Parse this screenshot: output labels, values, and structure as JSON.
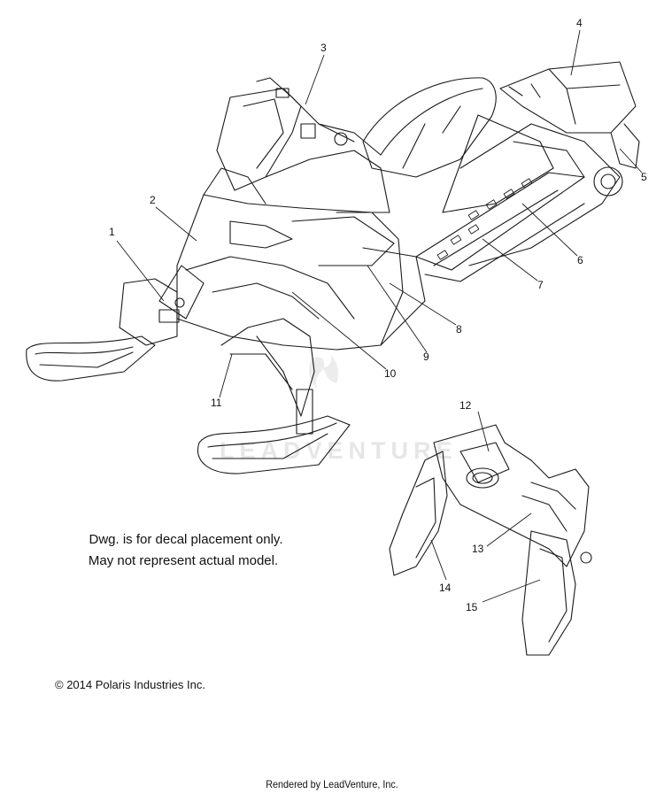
{
  "callouts": [
    {
      "id": "callout-1",
      "label": "1"
    },
    {
      "id": "callout-2",
      "label": "2"
    },
    {
      "id": "callout-3",
      "label": "3"
    },
    {
      "id": "callout-4",
      "label": "4"
    },
    {
      "id": "callout-5",
      "label": "5"
    },
    {
      "id": "callout-6",
      "label": "6"
    },
    {
      "id": "callout-7",
      "label": "7"
    },
    {
      "id": "callout-8",
      "label": "8"
    },
    {
      "id": "callout-9",
      "label": "9"
    },
    {
      "id": "callout-10",
      "label": "10"
    },
    {
      "id": "callout-11",
      "label": "11"
    },
    {
      "id": "callout-12",
      "label": "12"
    },
    {
      "id": "callout-13",
      "label": "13"
    },
    {
      "id": "callout-14",
      "label": "14"
    },
    {
      "id": "callout-15",
      "label": "15"
    }
  ],
  "note": {
    "line1": "Dwg. is for decal placement only.",
    "line2": "May not represent actual model."
  },
  "copyright": "© 2014 Polaris Industries Inc.",
  "watermark": "LEADVENTURE",
  "footer": "Rendered by LeadVenture, Inc.",
  "colors": {
    "line": "#1a1a1a",
    "watermark": "#e6e6e6"
  }
}
